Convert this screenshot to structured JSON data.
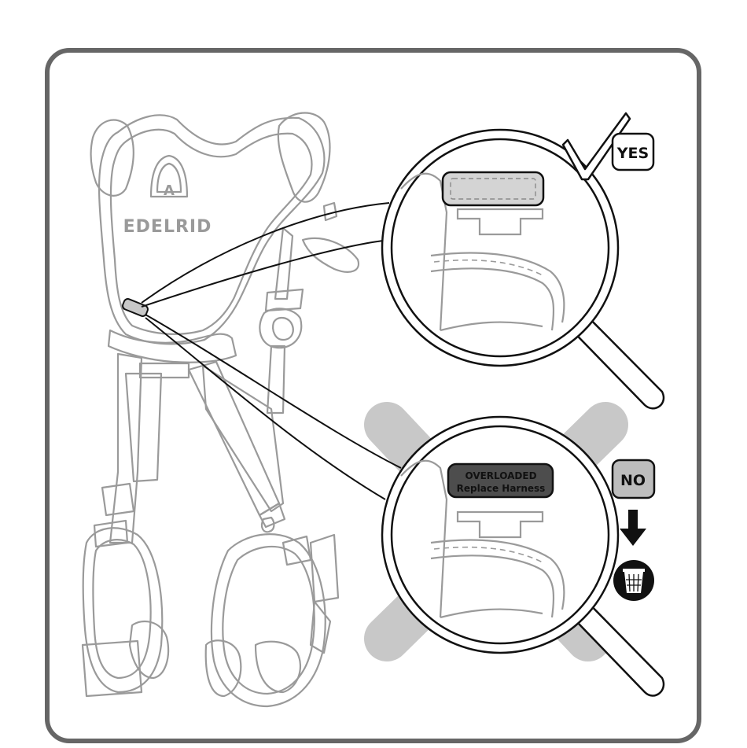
{
  "brand": {
    "name": "EDELRID",
    "dring_letter": "A"
  },
  "ok_state": {
    "badge": "YES",
    "check_icon": "checkmark-icon"
  },
  "bad_state": {
    "badge": "NO",
    "indicator_line1": "OVERLOADED",
    "indicator_line2": "Replace Harness",
    "cross_icon": "cross-out-icon",
    "arrow_icon": "arrow-down-icon",
    "bin_icon": "trash-bin-icon"
  },
  "colors": {
    "frame": "#666666",
    "cross": "#c8c8c8",
    "badge_gray": "#bdbdbd",
    "indicator_ok": "#d4d4d4",
    "indicator_overloaded": "#4d4d4d",
    "harness_line": "#9a9a9a",
    "ink": "#111111"
  }
}
